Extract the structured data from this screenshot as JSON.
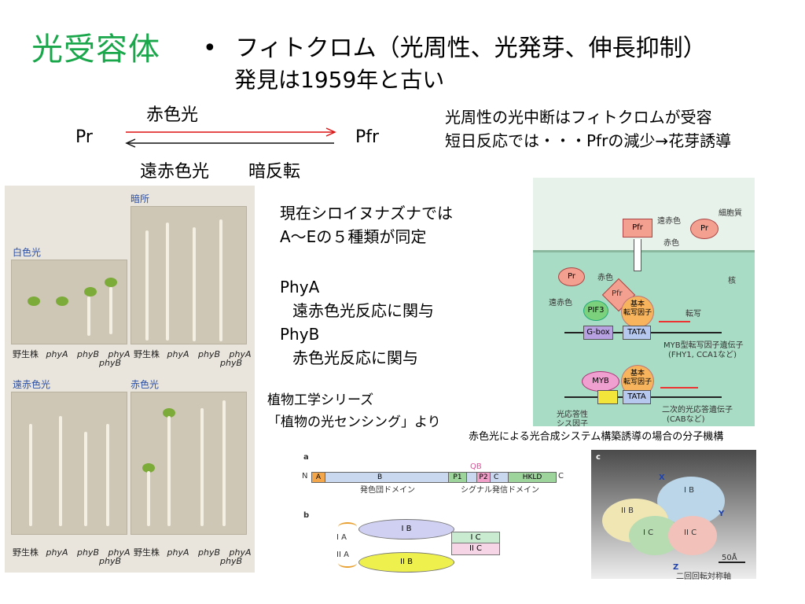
{
  "slide": {
    "title": "光受容体",
    "bullet_char": "•",
    "bullet_line1": "フィトクロム（光周性、光発芽、伸長抑制）",
    "bullet_line2": "発見は1959年と古い"
  },
  "conversion": {
    "left": "Pr",
    "right": "Pfr",
    "top_label": "赤色光",
    "bottom_label1": "遠赤色光",
    "bottom_label2": "暗反転"
  },
  "notes": {
    "top_right_line1": "光周性の光中断はフィトクロムが受容",
    "top_right_line2": "短日反応では・・・Pfrの減少→花芽誘導",
    "middle_line1": "現在シロイヌナズナでは",
    "middle_line2": "A～Eの５種類が同定",
    "phya": "PhyA",
    "phya_desc": "遠赤色光反応に関与",
    "phyb": "PhyB",
    "phyb_desc": "赤色光反応に関与",
    "source1": "植物工学シリーズ",
    "source2": "「植物の光センシング」より"
  },
  "seedlings": {
    "dark": "暗所",
    "white": "白色光",
    "farred": "遠赤色光",
    "red": "赤色光",
    "wt": "野生株",
    "phyA": "phyA",
    "phyB": "phyB",
    "phyAB1": "phyA",
    "phyAB2": "phyB"
  },
  "cell": {
    "cytoplasm": "細胞質",
    "nucleus": "核",
    "pfr_top": "Pfr",
    "pr_top": "Pr",
    "farred_top": "遠赤色",
    "red_top": "赤色",
    "pr_mid": "Pr",
    "red_mid": "赤色",
    "pfr_mid": "Pfr",
    "farred_mid": "遠赤色",
    "pif3": "PIF3",
    "basic1": "基本\n転写因子",
    "transcription": "転写",
    "gbox": "G-box",
    "tata1": "TATA",
    "myb_gene": "MYB型転写因子遺伝子",
    "myb_gene2": "(FHY1, CCA1など)",
    "myb": "MYB",
    "basic2": "基本\n転写因子",
    "tata2": "TATA",
    "cis1": "光応答性",
    "cis2": "シス因子",
    "secondary1": "二次的光応答遺伝子",
    "secondary2": "(CABなど)",
    "caption": "赤色光による光合成システム構築誘導の場合の分子機構"
  },
  "domains": {
    "a": "a",
    "b": "b",
    "c": "c",
    "n": "N",
    "cterm": "C",
    "A": "A",
    "B": "B",
    "P1": "P1",
    "QB": "QB",
    "P2": "P2",
    "C": "C",
    "HKLD": "HKLD",
    "chromophore_domain": "発色団ドメイン",
    "signal_domain": "シグナル発信ドメイン",
    "IB": "I B",
    "IIB": "II B",
    "IC": "I C",
    "IIC": "II C",
    "IA": "I A",
    "IIA": "II A",
    "c_IB": "I B",
    "c_IIB": "II B",
    "c_IC": "I C",
    "c_IIC": "II C",
    "x": "X",
    "y": "Y",
    "z": "Z",
    "scale": "50Å",
    "axis_caption": "二回回転対称軸"
  }
}
